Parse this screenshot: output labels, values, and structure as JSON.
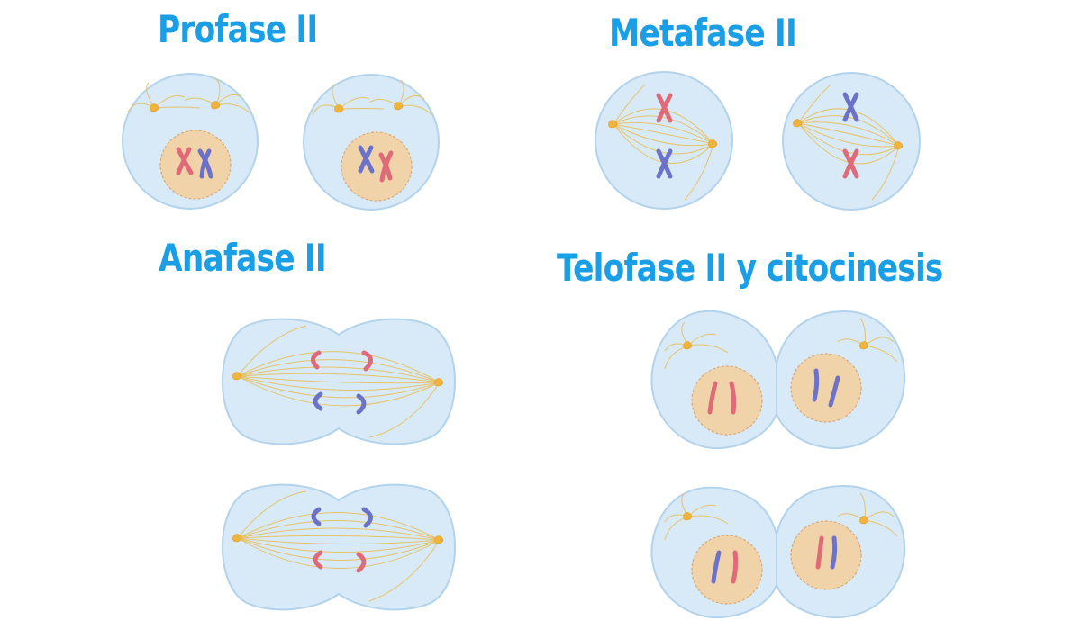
{
  "titles": {
    "prophase": "Profase II",
    "metaphase": "Metafase II",
    "anaphase": "Anafase II",
    "telophase": "Telofase II y citocinesis"
  },
  "colors": {
    "title": "#1a9ee6",
    "cell_fill": "#d8eaf7",
    "cell_stroke": "#b3d3ec",
    "nucleus_fill": "#f1d3aa",
    "nucleus_stroke": "#d9a875",
    "fiber": "#e6c36b",
    "centrosome": "#f0b43a",
    "chromosome_red": "#e06a78",
    "chromosome_blue": "#6b72c8"
  }
}
